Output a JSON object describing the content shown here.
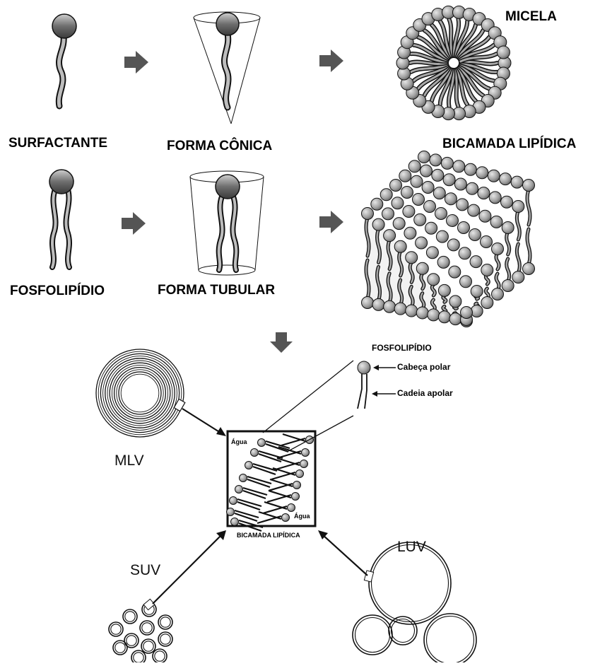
{
  "labels": {
    "surfactante": "SURFACTANTE",
    "forma_conica": "FORMA CÔNICA",
    "micela": "MICELA",
    "bicamada_lipidica_top": "BICAMADA LIPÍDICA",
    "fosfolipidio_top": "FOSFOLIPÍDIO",
    "forma_tubular": "FORMA TUBULAR",
    "fosfolipidio_inset": "FOSFOLIPÍDIO",
    "cabeca_polar": "Cabeça polar",
    "cadeia_apolar": "Cadeia apolar",
    "mlv": "MLV",
    "agua_top": "Água",
    "agua_bottom": "Água",
    "bicamada_lipidica_box": "BICAMADA LIPÍDICA",
    "suv": "SUV",
    "luv": "LUV"
  },
  "colors": {
    "head_fill": "#9a9a9a",
    "tail_fill": "#a8a8a8",
    "arrow_fill": "#555555",
    "stroke": "#111111"
  }
}
